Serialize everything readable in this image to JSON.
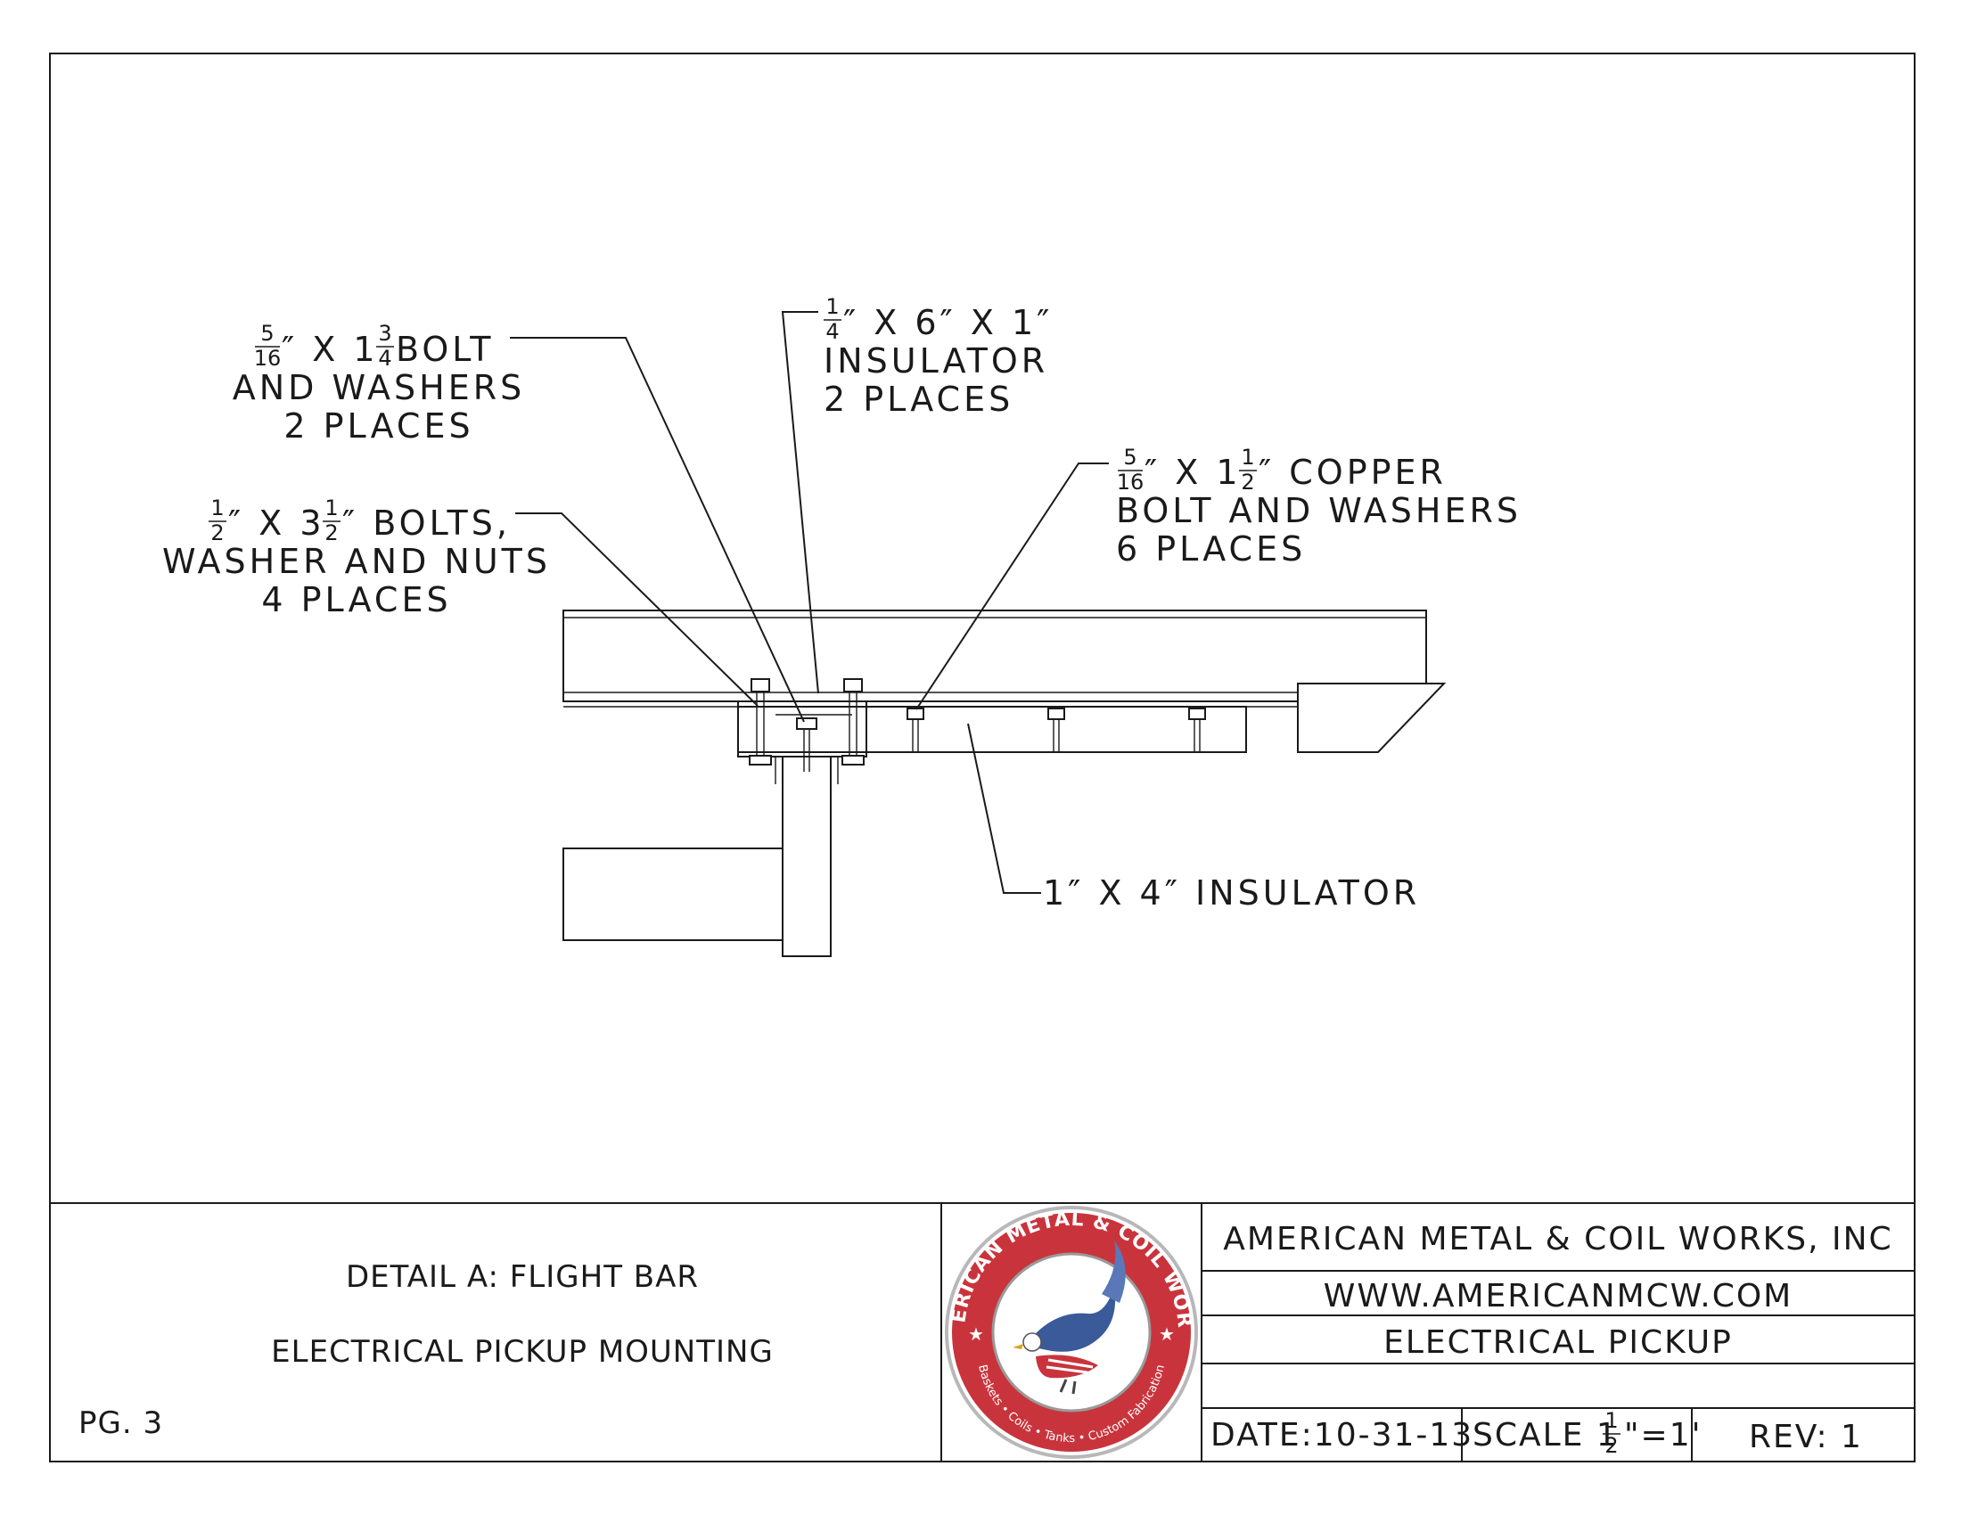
{
  "callouts": {
    "bolt_516": {
      "frac1": {
        "num": "5",
        "den": "16"
      },
      "t1": "″ X 1",
      "frac2": {
        "num": "3",
        "den": "4"
      },
      "t2": " BOLT",
      "line2": "AND WASHERS",
      "line3": "2 PLACES"
    },
    "insulator_top": {
      "frac1": {
        "num": "1",
        "den": "4"
      },
      "t1": "″ X 6″ X 1″",
      "line2": "INSULATOR",
      "line3": "2 PLACES"
    },
    "bolts_12": {
      "frac1": {
        "num": "1",
        "den": "2"
      },
      "t1": "″ X 3",
      "frac2": {
        "num": "1",
        "den": "2"
      },
      "t2": "″ BOLTS,",
      "line2": "WASHER AND NUTS",
      "line3": "4 PLACES"
    },
    "copper": {
      "frac1": {
        "num": "5",
        "den": "16"
      },
      "t1": "″ X 1",
      "frac2": {
        "num": "1",
        "den": "2"
      },
      "t2": "″ COPPER",
      "line2": "BOLT AND WASHERS",
      "line3": "6 PLACES"
    },
    "insulator_bottom": "1″ X 4″ INSULATOR"
  },
  "title_block": {
    "detail_line1": "DETAIL A:   FLIGHT BAR",
    "detail_line2": "ELECTRICAL PICKUP MOUNTING",
    "page": "PG. 3",
    "company": "AMERICAN METAL & COIL WORKS, INC",
    "website": "WWW.AMERICANMCW.COM",
    "drawing_title": "ELECTRICAL PICKUP",
    "date": "DATE:10-31-13",
    "scale_prefix": "SCALE 1",
    "scale_frac": {
      "num": "1",
      "den": "2"
    },
    "scale_suffix": "\"=1'",
    "revision": "REV: 1"
  },
  "logo": {
    "ring_text_top": "AMERICAN METAL & COIL WORKS",
    "ring_text_bottom": "Baskets • Coils • Tanks • Custom Fabrication",
    "ring_color": "#c9343c",
    "icon": "eagle-flag-emblem"
  }
}
